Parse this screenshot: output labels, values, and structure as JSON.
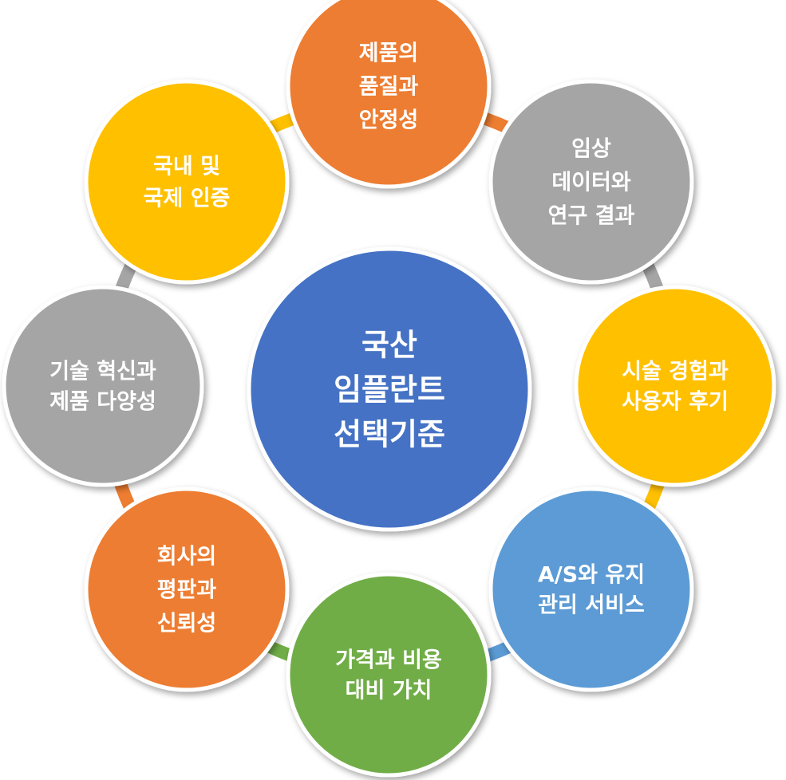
{
  "center": {
    "lines": [
      "국산",
      "임플란트",
      "선택기준"
    ],
    "color": "#4472C4"
  },
  "nodes": [
    {
      "id": "quality-stability",
      "lines": [
        "제품의",
        "품질과",
        "안정성"
      ],
      "color": "#ED7D31",
      "connector_color": "#ED7D31"
    },
    {
      "id": "clinical-data",
      "lines": [
        "임상",
        "데이터와",
        "연구 결과"
      ],
      "color": "#A5A5A5",
      "connector_color": "#A5A5A5"
    },
    {
      "id": "surgery-experience",
      "lines": [
        "시술 경험과",
        "사용자 후기"
      ],
      "color": "#FFC000",
      "connector_color": "#FFC000"
    },
    {
      "id": "after-service",
      "lines": [
        "A/S와 유지",
        "관리 서비스"
      ],
      "color": "#5B9BD5",
      "connector_color": "#5B9BD5"
    },
    {
      "id": "price-value",
      "lines": [
        "가격과 비용",
        "대비 가치"
      ],
      "color": "#70AD47",
      "connector_color": "#70AD47"
    },
    {
      "id": "company-reputation",
      "lines": [
        "회사의",
        "평판과",
        "신뢰성"
      ],
      "color": "#ED7D31",
      "connector_color": "#ED7D31"
    },
    {
      "id": "tech-innovation",
      "lines": [
        "기술 혁신과",
        "제품 다양성"
      ],
      "color": "#A5A5A5",
      "connector_color": "#A5A5A5"
    },
    {
      "id": "certification",
      "lines": [
        "국내 및",
        "국제 인증"
      ],
      "color": "#FFC000",
      "connector_color": "#FFC000"
    }
  ]
}
